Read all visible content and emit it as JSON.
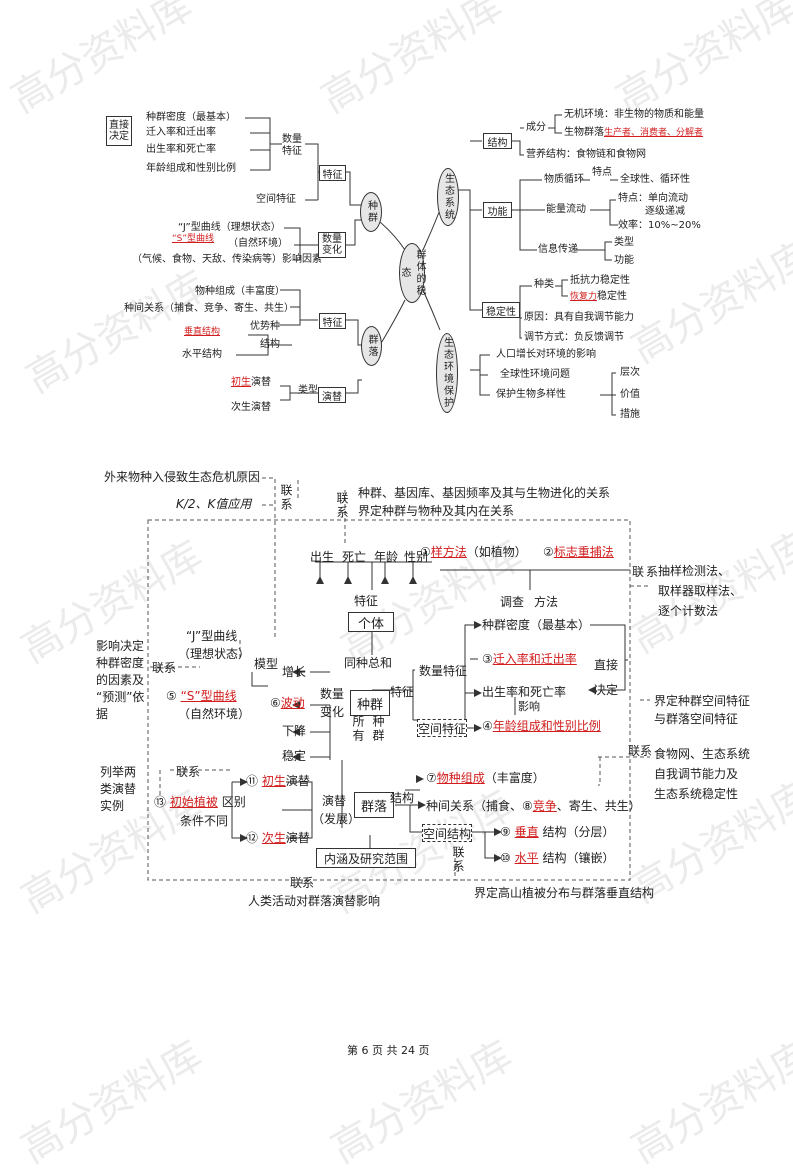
{
  "watermark": "高分资料库",
  "footer": "第 6 页 共 24 页",
  "map1": {
    "center": "群体的稳态",
    "population": {
      "label": "种群",
      "direct": "直接决定",
      "density": "种群密度（最基本）",
      "migration": "迁入率和迁出率",
      "birth_death": "出生率和死亡率",
      "age_sex": "年龄组成和性别比例",
      "quantity_feature": "数量特征",
      "feature": "特征",
      "spatial": "空间特征",
      "j_curve": "“J”型曲线（理想状态）",
      "s_curve": "“S”型曲线",
      "natural_env": "（自然环境）",
      "factors": "（气候、食物、天敌、传染病等）影响因素",
      "quantity_change": "数量变化"
    },
    "community": {
      "label": "群落",
      "richness": "物种组成（丰富度）",
      "relations": "种间关系（捕食、竞争、寄生、共生）",
      "dominant": "优势种",
      "vertical": "垂直结构",
      "horizontal": "水平结构",
      "structure": "结构",
      "feature": "特征",
      "primary": "初生",
      "succession_word": "演替",
      "secondary": "次生演替",
      "types": "类型",
      "succession": "演替"
    },
    "ecosystem": {
      "label": "生态系统",
      "composition": "成分",
      "abiotic": "无机环境：非生物的物质和能量",
      "biotic": "生物群落",
      "biotic_red": "生产者、消费者、分解者",
      "trophic": "营养结构：食物链和食物网",
      "structure": "结构",
      "material_cycle": "物质循环",
      "traits": "特点",
      "global_cycle": "全球性、循环性",
      "energy_flow": "能量流动",
      "energy_traits": "特点：单向流动",
      "decreasing": "逐级递减",
      "efficiency": "效率：10%~20%",
      "function": "功能",
      "info": "信息传递",
      "info_type": "类型",
      "info_function": "功能",
      "stability": "稳定性",
      "kinds": "种类",
      "resist": "抵抗力稳定性",
      "recover": "恢复力",
      "recover_tail": "稳定性",
      "cause": "原因：具有自我调节能力",
      "regulation": "调节方式：负反馈调节"
    },
    "protection": {
      "label": "生态环境保护",
      "population_growth": "人口增长对环境的影响",
      "global_issues": "全球性环境问题",
      "biodiversity": "保护生物多样性",
      "levels": "层次",
      "value": "价值",
      "measures": "措施"
    }
  },
  "map2": {
    "invasive": "外来物种入侵致生态危机原因",
    "k_app": "K/2、K值应用",
    "link": "联系",
    "evolution_rel": "种群、基因库、基因频率及其与生物进化的关系",
    "species_define": "界定种群与物种及其内在关系",
    "individual_attrs": [
      "出生",
      "死亡",
      "年龄",
      "性别"
    ],
    "feature": "特征",
    "individual": "个体",
    "sum": "同种总和",
    "population": "种群",
    "all": "所有",
    "community_link": "种群",
    "community": "群落",
    "method1_num": "①",
    "method1": "样方法",
    "method1_note": "（如植物）",
    "method2_num": "②",
    "method2": "标志重捕法",
    "survey": "调查",
    "method": "方法",
    "sampling": "抽样检测法、",
    "collector": "取样器取样法、",
    "count": "逐个计数法",
    "density": "种群密度（最基本）",
    "n3": "③",
    "migration": "迁入率和迁出率",
    "birth_death": "出生率和死亡率",
    "influence": "影响",
    "n4": "④",
    "age_sex": "年龄组成和性别比例",
    "direct": "直接",
    "decide": "决定",
    "quantity_feature": "数量特征",
    "spatial_feature": "空间特征",
    "boundary_spatial1": "界定种群空间特征",
    "boundary_spatial2": "与群落空间特征",
    "j_curve": "“J”型曲线",
    "ideal": "（理想状态）",
    "model": "模型",
    "n5": "⑤",
    "s_curve": "“S”型曲线",
    "natural": "（自然环境）",
    "n6": "⑥",
    "fluct": "波动",
    "grow": "增长",
    "decline": "下降",
    "stable": "稳定",
    "qty": "数量",
    "change": "变化",
    "factors": [
      "影响决定",
      "种群密度",
      "的因素及",
      "“预测”依",
      "据"
    ],
    "foodweb": "食物网、生态系统",
    "selfreg": "自我调节能力及",
    "eco_stability": "生态系统稳定性",
    "n7": "⑦",
    "richness": "物种组成",
    "richness_note": "（丰富度）",
    "structure": "结构",
    "relations_pre": "种间关系（捕食、⑧",
    "competition": "竞争",
    "relations_post": "、寄生、共生）",
    "spatial_structure": "空间结构",
    "n9": "⑨",
    "vertical": "垂直",
    "layered": "结构（分层）",
    "n10": "⑩",
    "horizontal": "水平",
    "mosaic": "结构（镶嵌）",
    "alpine": "界定高山植被分布与群落垂直结构",
    "examples": [
      "列举两",
      "类演替",
      "实例"
    ],
    "n13": "⑬",
    "initial_veg": "初始植被",
    "distinguish": "区别",
    "conditions": "条件不同",
    "n11": "⑪",
    "primary": "初生",
    "succession_word": "演替",
    "n12": "⑫",
    "secondary": "次生",
    "succession": "演替",
    "development": "（发展）",
    "scope": "内涵及研究范围",
    "human": "人类活动对群落演替影响"
  }
}
